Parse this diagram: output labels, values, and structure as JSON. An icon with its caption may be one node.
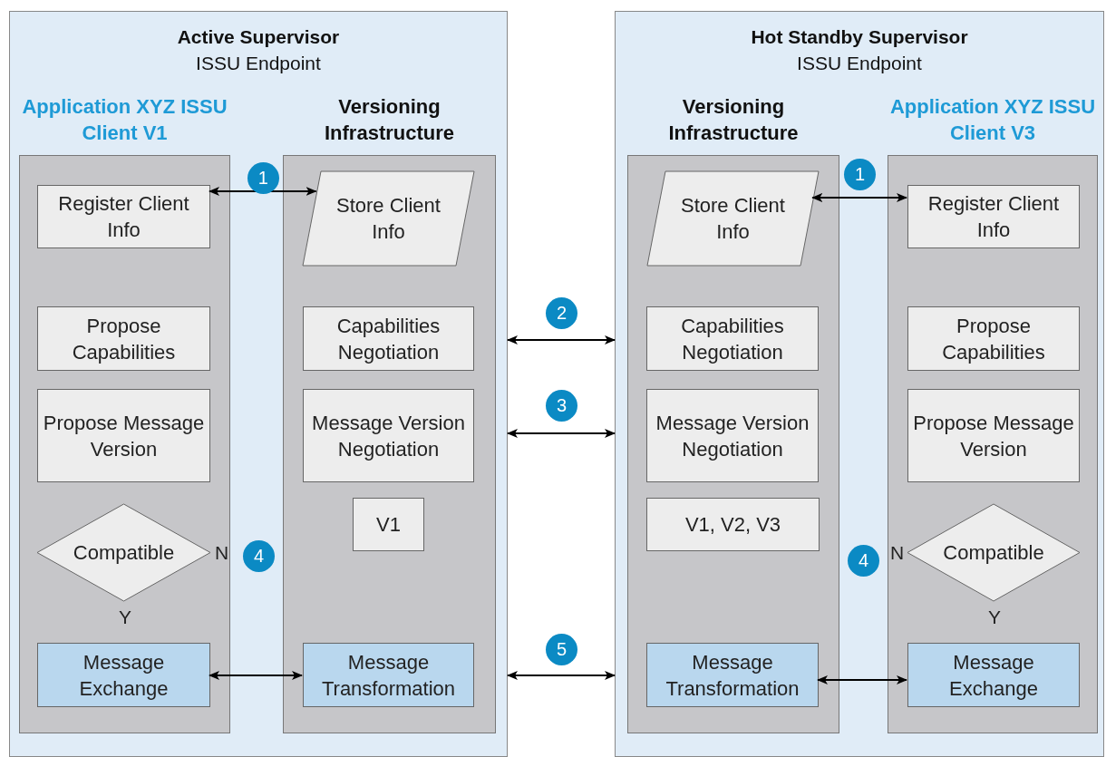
{
  "diagram": {
    "nodes": [
      {
        "text": [
          "Active Supervisor",
          "ISSU Endpoint"
        ]
      },
      {
        "text": [
          "Application XYZ ISSU Client V1"
        ],
        "in": 0
      },
      {
        "text": [
          "Register Client Info"
        ],
        "in": 1
      },
      {
        "text": [
          "Propose Capabilities"
        ],
        "in": 1
      },
      {
        "text": [
          "Propose Message Version"
        ],
        "in": 1
      },
      {
        "text": [
          "Compatible"
        ],
        "in": 1,
        "beside": [
          "N",
          "Y"
        ]
      },
      {
        "text": [
          "Message Exchange"
        ],
        "in": 1
      },
      {
        "text": [
          "Versioning Infrastructure"
        ],
        "in": 0
      },
      {
        "text": [
          "Store Client Info"
        ],
        "in": 7
      },
      {
        "text": [
          "Capabilities Negotiation"
        ],
        "in": 7
      },
      {
        "text": [
          "Message Version Negotiation"
        ],
        "in": 7
      },
      {
        "text": [
          "V1"
        ],
        "in": 7
      },
      {
        "text": [
          "Message Transformation"
        ],
        "in": 7
      },
      {
        "text": [
          "Hot Standby Supervisor",
          "ISSU Endpoint"
        ]
      },
      {
        "text": [
          "Versioning Infrastructure"
        ],
        "in": 13
      },
      {
        "text": [
          "Store Client Info"
        ],
        "in": 14
      },
      {
        "text": [
          "Capabilities Negotiation"
        ],
        "in": 14
      },
      {
        "text": [
          "Message Version Negotiation"
        ],
        "in": 14
      },
      {
        "text": [
          "V1, V2, V3"
        ],
        "in": 14
      },
      {
        "text": [
          "Message Transformation"
        ],
        "in": 14
      },
      {
        "text": [
          "Application XYZ ISSU Client V3"
        ],
        "in": 13
      },
      {
        "text": [
          "Register Client Info"
        ],
        "in": 20
      },
      {
        "text": [
          "Propose Capabilities"
        ],
        "in": 20
      },
      {
        "text": [
          "Propose Message Version"
        ],
        "in": 20
      },
      {
        "text": [
          "Compatible"
        ],
        "in": 20,
        "beside": [
          "N",
          "Y"
        ]
      },
      {
        "text": [
          "Message Exchange"
        ],
        "in": 20
      }
    ],
    "edges": [
      {
        "from": 2,
        "to": 8,
        "arrow": "both",
        "label": "1"
      },
      {
        "from": 15,
        "to": 21,
        "arrow": "both",
        "label": "1"
      },
      {
        "from": 0,
        "to": 13,
        "arrow": "both",
        "label": "2"
      },
      {
        "from": 0,
        "to": 13,
        "arrow": "both",
        "label": "3"
      },
      {
        "from": 0,
        "to": 13,
        "arrow": "both",
        "label": "5"
      },
      {
        "from": 6,
        "to": 12,
        "arrow": "both"
      },
      {
        "from": 19,
        "to": 25,
        "arrow": "both"
      }
    ],
    "labels": [
      "4",
      "4"
    ]
  }
}
